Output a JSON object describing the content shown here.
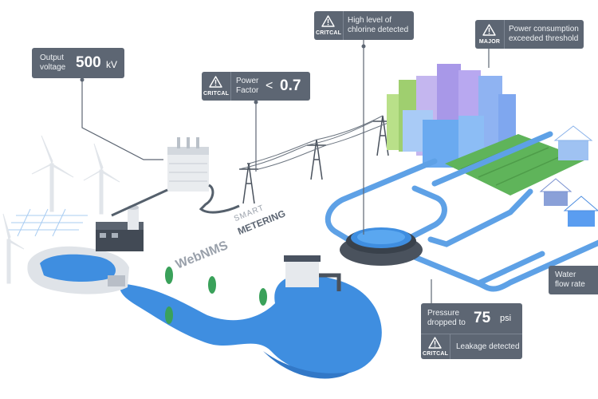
{
  "colors": {
    "card_bg": "#5d6673",
    "water": "#3f8ee0",
    "pipe": "#5ea1e6",
    "grass": "#5fb45a",
    "cable": "#55606c"
  },
  "cards": {
    "output_voltage": {
      "label_line1": "Output",
      "label_line2": "voltage",
      "value": "500",
      "unit": "kV"
    },
    "power_factor": {
      "severity": "CRITCAL",
      "icon": "alert-triangle-icon",
      "label_line1": "Power",
      "label_line2": "Factor",
      "operator": "<",
      "value": "0.7"
    },
    "chlorine": {
      "severity": "CRITCAL",
      "icon": "alert-triangle-icon",
      "line1": "High level of",
      "line2": "chlorine detected"
    },
    "power_consumption": {
      "severity": "MAJOR",
      "icon": "alert-triangle-icon",
      "line1": "Power consumption",
      "line2": "exceeded threshold"
    },
    "water_flow": {
      "line1": "Water",
      "line2": "flow rate"
    },
    "pressure": {
      "label_line1": "Pressure",
      "label_line2": "dropped to",
      "value": "75",
      "unit": "psi"
    },
    "leakage": {
      "severity": "CRITCAL",
      "icon": "alert-triangle-icon",
      "text": "Leakage detected"
    }
  },
  "branding": {
    "logo": "WebNMS",
    "smart": "SMART",
    "metering": "METERING"
  }
}
